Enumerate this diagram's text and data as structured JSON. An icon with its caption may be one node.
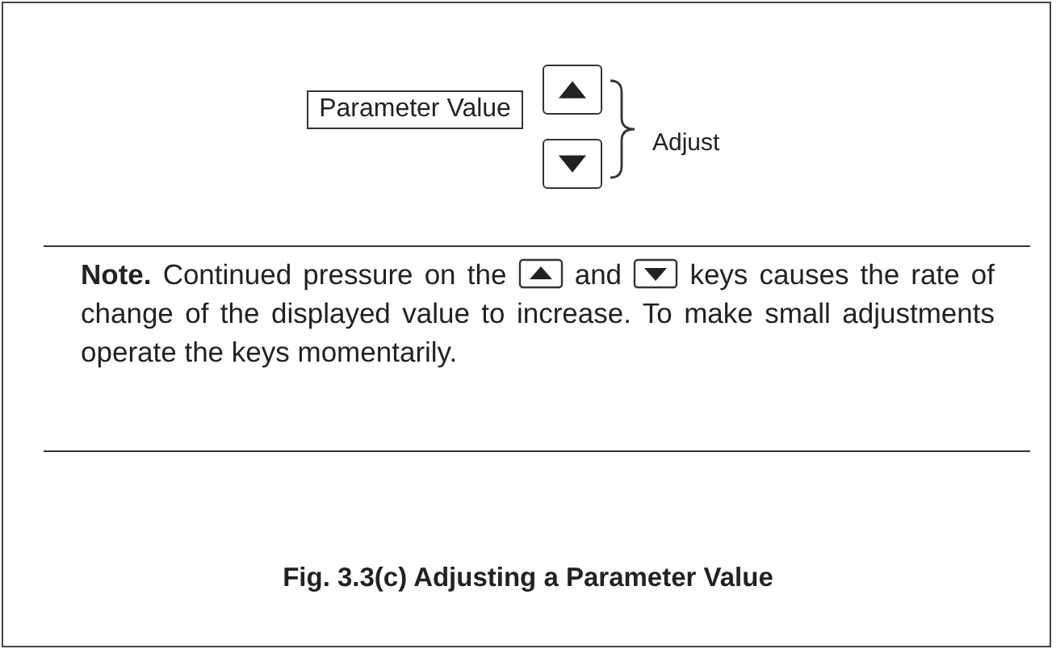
{
  "diagram": {
    "caption": "Fig. 3.3(c) Adjusting a Parameter Value",
    "nodes": [
      {
        "text": [
          "Parameter Value"
        ]
      },
      {
        "text": [],
        "shape": "box"
      },
      {
        "text": [],
        "shape": "box"
      }
    ],
    "edges": [],
    "labels": [
      "Adjust",
      "**Note.** Continued pressure on the",
      "and",
      "keys causes the rate of change of the displayed value to increase. To make small adjustments operate the keys momentarily."
    ]
  }
}
